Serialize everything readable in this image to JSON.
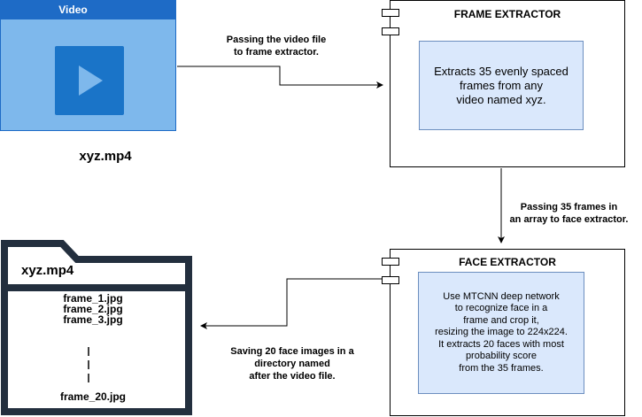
{
  "video": {
    "window_title": "Video",
    "filename": "xyz.mp4",
    "icon": "play-icon"
  },
  "frame_extractor": {
    "title": "FRAME EXTRACTOR",
    "description": "Extracts 35 evenly spaced\nframes from any\nvideo named xyz."
  },
  "face_extractor": {
    "title": "FACE EXTRACTOR",
    "description": "Use MTCNN deep network\nto recognize face in a\nframe and crop it,\nresizing the image to 224x224.\nIt extracts 20 faces with most\nprobability score\nfrom the 35 frames."
  },
  "edges": {
    "video_to_frame": "Passing the video file\nto frame extractor.",
    "frame_to_face": "Passing 35 frames in\nan array to face extractor.",
    "face_to_folder": "Saving 20 face images in a\ndirectory named\nafter the video file."
  },
  "folder": {
    "name": "xyz.mp4",
    "files": [
      "frame_1.jpg",
      "frame_2.jpg",
      "frame_3.jpg"
    ],
    "last_file": "frame_20.jpg",
    "icon": "folder-icon"
  },
  "colors": {
    "video_primary": "#1E6BC6",
    "video_light": "#7EB8EC",
    "note_fill": "#DAE8FC",
    "note_border": "#6C8EBF",
    "folder_stroke": "#232F3E"
  }
}
